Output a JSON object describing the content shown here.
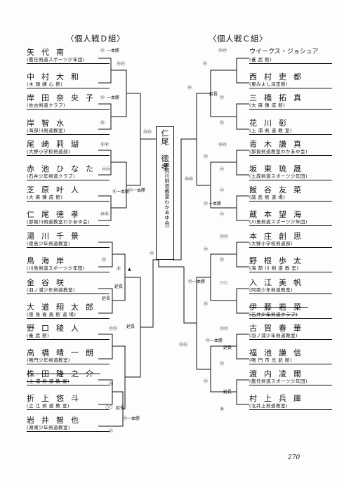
{
  "titles": {
    "left": "〈個人戦Ｄ組〉",
    "right": "〈個人戦Ｃ組〉"
  },
  "left_players": [
    {
      "name": "矢代南",
      "aff": "(鑑任剣道スポーツ少年団)"
    },
    {
      "name": "中村大和",
      "aff": "(木 頭 練 心 館)"
    },
    {
      "name": "岸田奈央子",
      "aff": "(佐古剣道クラブ)"
    },
    {
      "name": "岸智水",
      "aff": "(海部川剣道教室)"
    },
    {
      "name": "尾崎莉瑚",
      "aff": "(大野小学校剣道部)"
    },
    {
      "name": "赤池ひなた",
      "aff": "(石井少年剣道クラブ)"
    },
    {
      "name": "芝原叶人",
      "aff": "(大 麻 錬 成 館)"
    },
    {
      "name": "仁尾徳孝",
      "aff": "(那賀川剣道教室わかあゆ会)"
    },
    {
      "name": "湯川千景",
      "aff": "(徳島少年剣道教室)"
    },
    {
      "name": "鳥海岸",
      "aff": "(川島剣道スポーツ少年団)"
    },
    {
      "name": "金谷咲",
      "aff": "(羽ノ浦少年剣道教室)"
    },
    {
      "name": "大道翔太郎",
      "aff": "(徳 島 春 風 館 道 場)"
    },
    {
      "name": "野口稜人",
      "aff": "(養 武 館)"
    },
    {
      "name": "高橋晴一朗",
      "aff": "(鳴門少年剣道教室)"
    },
    {
      "name": "株田隆之介",
      "aff": "(上 浦 剣 道 教 室)"
    },
    {
      "name": "折上悠斗",
      "aff": "(立 江 剣 道 教 室)"
    },
    {
      "name": "岩井智也",
      "aff": "(淵東少年剣道教室)"
    }
  ],
  "right_players": [
    {
      "name": "ウイークス・ジョシュア",
      "aff": "(養 武 館)"
    },
    {
      "name": "西村吏都",
      "aff": "(東みよし淳志館)"
    },
    {
      "name": "三橋拓真",
      "aff": "(大 麻 錬 成 館)"
    },
    {
      "name": "花川彰",
      "aff": "(上 浦 剣 道 教 室)"
    },
    {
      "name": "青木謙真",
      "aff": "(那賀剣道教室わかあゆ会)"
    },
    {
      "name": "坂東琉晟",
      "aff": "(土成剣道スポーツ少年団)"
    },
    {
      "name": "飯谷友菜",
      "aff": "(誠 武 館 道 場)"
    },
    {
      "name": "蔵本望海",
      "aff": "(川島剣道スポーツ少年団)"
    },
    {
      "name": "本庄創思",
      "aff": "(大野小学校剣道部)"
    },
    {
      "name": "野根歩太",
      "aff": "(海 部 川 剣 道 教 室)"
    },
    {
      "name": "入江美帆",
      "aff": "(阿南少年剣道教室)"
    },
    {
      "name": "伊藤若菜",
      "aff": "(石井少年剣道クラブ)"
    },
    {
      "name": "古賀春華",
      "aff": "(羽ノ浦少年剣道教室)"
    },
    {
      "name": "福池謙信",
      "aff": "(鳴 門 市 光 武 館)"
    },
    {
      "name": "渡内凌爾",
      "aff": "(鑑任剣道スポーツ少年団)"
    },
    {
      "name": "村上兵庫",
      "aff": "(北井上剣道教室)"
    }
  ],
  "winner": {
    "name": "仁尾　徳孝",
    "aff": "（那賀川剣道教室わかあゆ会）"
  },
  "page_number": "270",
  "notes": {
    "ippon": "一本勝",
    "encho": "延長",
    "m_men": "ⓜ",
    "m_mm": "ⓜⓜ",
    "m_kote": "Ⓚ",
    "m_kk": "ⓀⓀ",
    "m_do": "Ⓓ",
    "m_mk": "ⓂⓀ",
    "m_mmk": "ⓂⓂ",
    "m_oo": "○○",
    "tri": "▲"
  }
}
